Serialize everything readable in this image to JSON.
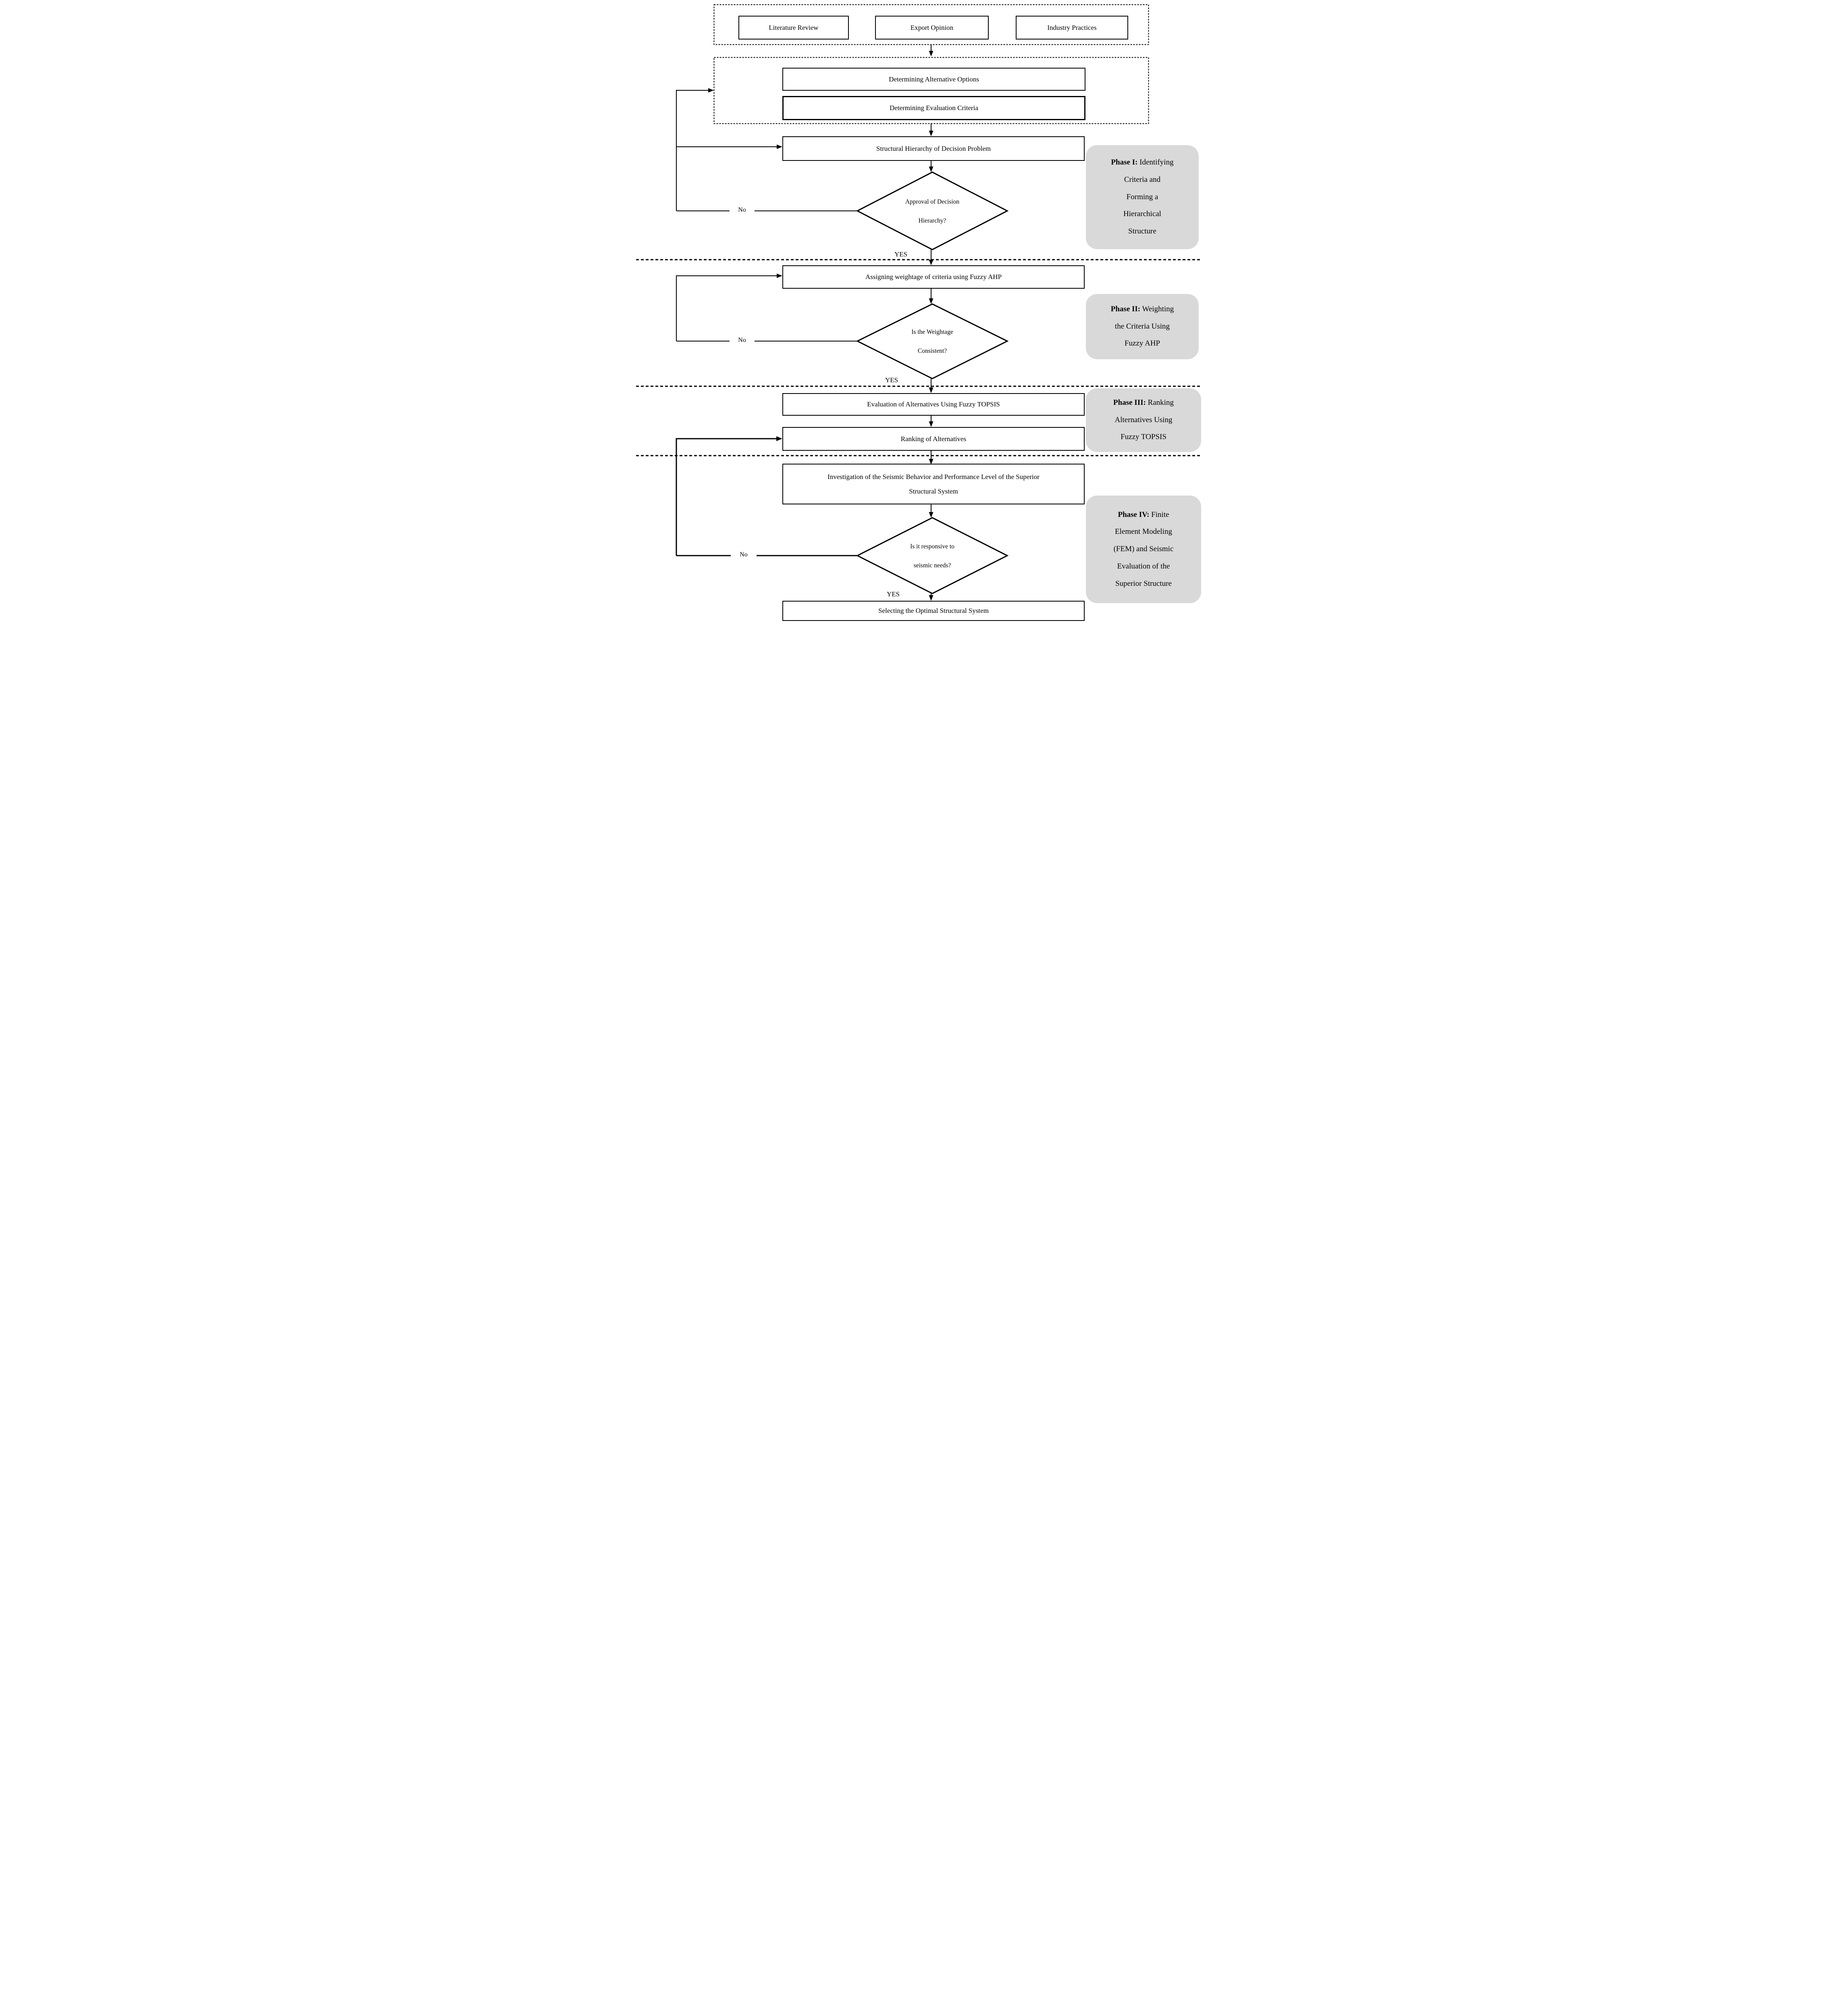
{
  "figure": {
    "background": "#ffffff",
    "line_color": "#000000",
    "phase_box_color": "#d9d9d9",
    "text_color": "#000000"
  },
  "sources": [
    {
      "label": "Literature Review"
    },
    {
      "label": "Export Opinion"
    },
    {
      "label": "Industry Practices"
    }
  ],
  "steps": {
    "determining_alternative_options": "Determining Alternative Options",
    "determining_evaluation_criteria": "Determining Evaluation Criteria",
    "structural_hierarchy": "Structural Hierarchy of Decision Problem",
    "assigning_weightage": "Assigning weightage of criteria using Fuzzy AHP",
    "evaluation_alternatives": "Evaluation of Alternatives Using Fuzzy TOPSIS",
    "ranking_alternatives": "Ranking of Alternatives",
    "investigation_line1": "Investigation of the Seismic Behavior and Performance Level of the Superior",
    "investigation_line2": "Structural System",
    "selecting_optimal": "Selecting the Optimal Structural System"
  },
  "decisions": [
    {
      "line1": "Approval of Decision",
      "line2": "Hierarchy?"
    },
    {
      "line1": "Is the Weightage",
      "line2": "Consistent?"
    },
    {
      "line1": "Is it responsive to",
      "line2": "seismic needs?"
    }
  ],
  "labels": {
    "yes": "YES",
    "no": "No"
  },
  "phases": [
    {
      "label": "Phase I:",
      "rest": [
        "Identifying",
        "Criteria and",
        "Forming a",
        "Hierarchical",
        "Structure"
      ]
    },
    {
      "label": "Phase II:",
      "rest": [
        "Weighting",
        "the Criteria Using",
        "Fuzzy AHP"
      ]
    },
    {
      "label": "Phase III:",
      "rest": [
        "Ranking",
        "Alternatives Using",
        "Fuzzy TOPSIS"
      ]
    },
    {
      "label": "Phase IV:",
      "rest": [
        "Finite",
        "Element Modeling",
        "(FEM) and Seismic",
        "Evaluation of the",
        "Superior Structure"
      ]
    }
  ]
}
